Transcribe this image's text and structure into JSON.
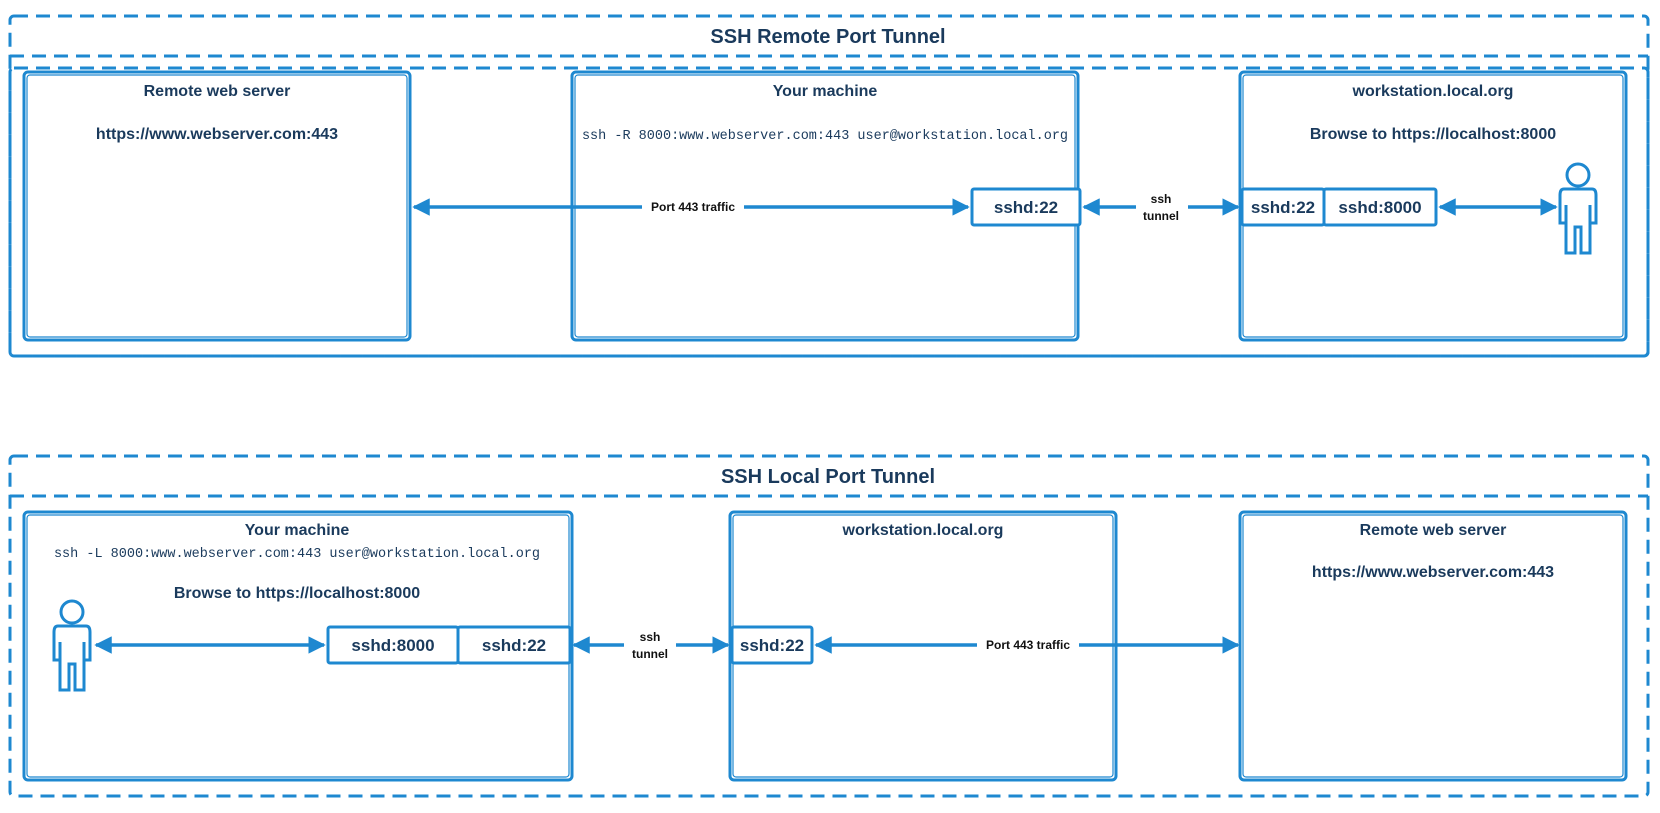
{
  "colors": {
    "stroke": "#1e88d0",
    "text": "#1a3a5c",
    "edge_label": "#111111",
    "background": "#ffffff"
  },
  "icons": [
    "person-icon"
  ],
  "remote": {
    "title": "SSH Remote Port Tunnel",
    "webserver": {
      "title": "Remote web server",
      "url": "https://www.webserver.com:443"
    },
    "machine": {
      "title": "Your machine",
      "command": "ssh -R 8000:www.webserver.com:443 user@workstation.local.org",
      "port": "sshd:22"
    },
    "workstation": {
      "title": "workstation.local.org",
      "browse": "Browse to https://localhost:8000",
      "port_a": "sshd:22",
      "port_b": "sshd:8000"
    },
    "traffic_label": "Port 443 traffic",
    "tunnel_label_1": "ssh",
    "tunnel_label_2": "tunnel"
  },
  "local": {
    "title": "SSH Local Port Tunnel",
    "machine": {
      "title": "Your machine",
      "command": "ssh -L 8000:www.webserver.com:443 user@workstation.local.org",
      "browse": "Browse to https://localhost:8000",
      "port_a": "sshd:8000",
      "port_b": "sshd:22"
    },
    "workstation": {
      "title": "workstation.local.org",
      "port": "sshd:22"
    },
    "webserver": {
      "title": "Remote web server",
      "url": "https://www.webserver.com:443"
    },
    "traffic_label": "Port 443 traffic",
    "tunnel_label_1": "ssh",
    "tunnel_label_2": "tunnel"
  }
}
